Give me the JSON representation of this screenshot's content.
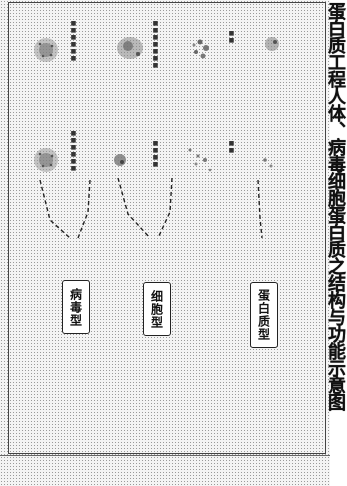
{
  "side_caption": "蛋白质工程人体、病毒细胞蛋白质之结构与功能示意图",
  "columns": [
    {
      "category_label": "病毒型",
      "top_caption": "■■■■■■",
      "bottom_caption": "■■■■■■",
      "top_glyph": "circle-dense",
      "bottom_glyph": "circle-dense"
    },
    {
      "category_label": "细胞型",
      "top_caption": "■■■■■■■",
      "bottom_caption": "■■■■",
      "top_glyph": "blob",
      "bottom_glyph": "blob-small"
    },
    {
      "category_label": "蛋白质型",
      "top_caption": "■■",
      "bottom_caption": "■■",
      "top_glyph": "cluster",
      "bottom_glyph": "scatter"
    }
  ]
}
